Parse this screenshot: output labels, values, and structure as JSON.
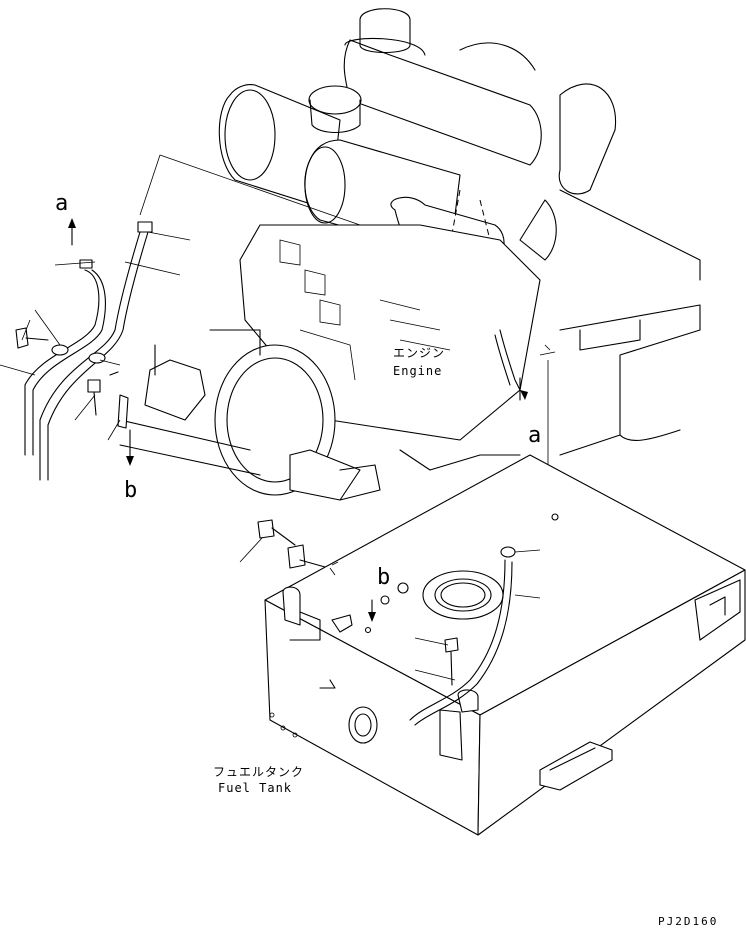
{
  "labels": {
    "engine_jp": "エンジン",
    "engine_en": "Engine",
    "tank_jp": "フュエルタンク",
    "tank_en": "Fuel Tank",
    "ref_a_top": "a",
    "ref_b_left": "b",
    "ref_a_right": "a",
    "ref_b_tank": "b",
    "drawing_code": "PJ2D160"
  }
}
